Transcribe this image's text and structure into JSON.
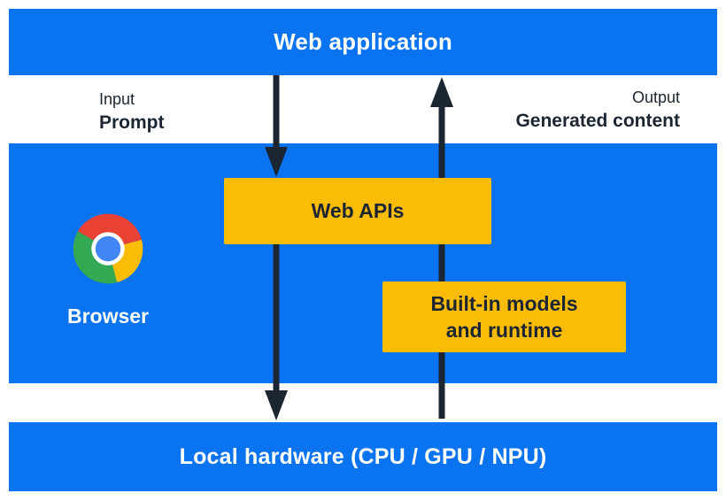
{
  "colors": {
    "blue": "#0a73f0",
    "yellow": "#fbbc05",
    "dark": "#1c2633",
    "chrome_red": "#e94235",
    "chrome_green": "#34a853",
    "chrome_yellow": "#fbbc05",
    "chrome_blue": "#4285f4"
  },
  "layers": {
    "web_application": {
      "label": "Web application"
    },
    "io": {
      "input_caption": "Input",
      "input_label": "Prompt",
      "output_caption": "Output",
      "output_label": "Generated content"
    },
    "browser": {
      "label": "Browser"
    },
    "web_apis": {
      "label": "Web APIs"
    },
    "builtin_models": {
      "line1": "Built-in models",
      "line2": "and runtime"
    },
    "local_hardware": {
      "label": "Local hardware (CPU / GPU / NPU)"
    },
    "arrows": [
      {
        "name": "prompt-flow",
        "direction": "down"
      },
      {
        "name": "generated-content-flow",
        "direction": "up"
      }
    ]
  }
}
